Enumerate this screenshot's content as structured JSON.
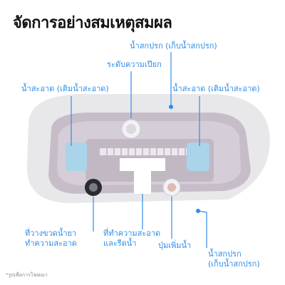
{
  "title": "จัดการอย่างสมเหตุสมผล",
  "labels": {
    "dirty_tank_top": "น้ำสกปรก (เก็บน้ำสกปรก)",
    "suction_level": "ระดับความเปียก",
    "clean_water_left": "น้ำสะอาด (เติมน้ำสะอาด)",
    "clean_water_right": "น้ำสะอาด (เติมน้ำสะอาด)",
    "detergent_slot_line1": "ที่วางขวดน้ำยา",
    "detergent_slot_line2": "ทำความสะอาด",
    "cleaning_slot_line1": "ที่ทำความสะอาด",
    "cleaning_slot_line2": "และรีดน้ำ",
    "add_water_button": "ปุ่มเพิ่มน้ำ",
    "dirty_tank_bottom_line1": "น้ำสกปรก",
    "dirty_tank_bottom_line2": "(เก็บน้ำสกปรก)"
  },
  "footnote": "*รูปเพื่อการโฆษณา",
  "colors": {
    "accent": "#2e8de8",
    "device_body": "#c8bfc9",
    "device_shell": "#e4e4e6",
    "water_window": "#a9d4ea"
  }
}
